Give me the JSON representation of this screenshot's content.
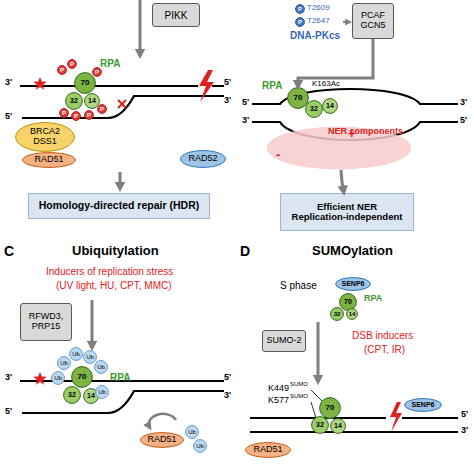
{
  "diagram": {
    "nodes": [
      {
        "text": [
          "PIKK"
        ]
      },
      {
        "text": [
          "70"
        ]
      },
      {
        "text": [
          "32"
        ]
      },
      {
        "text": [
          "14"
        ]
      },
      {
        "text": [
          "P"
        ]
      },
      {
        "text": [
          "P"
        ]
      },
      {
        "text": [
          "P"
        ]
      },
      {
        "text": [
          "P"
        ]
      },
      {
        "text": [
          "P"
        ]
      },
      {
        "text": [
          "P"
        ]
      },
      {
        "text": [
          "P"
        ]
      },
      {
        "text": [
          "BRCA2 DSS1"
        ]
      },
      {
        "text": [
          "RAD51"
        ]
      },
      {
        "text": [
          "RAD52"
        ]
      },
      {
        "text": [
          "Homology-directed repair (HDR)"
        ]
      },
      {
        "text": [
          "P"
        ]
      },
      {
        "text": [
          "P"
        ]
      },
      {
        "text": [
          "PCAF GCN5"
        ]
      },
      {
        "text": [
          "70"
        ]
      },
      {
        "text": [
          "32"
        ]
      },
      {
        "text": [
          "14"
        ]
      },
      {
        "text": [
          "NER components",
          "+",
          "-"
        ]
      },
      {
        "text": [
          "Efficient NER",
          "Replication-independent"
        ]
      },
      {
        "text": [
          "RFWD3, PRP15"
        ]
      },
      {
        "text": [
          "70"
        ]
      },
      {
        "text": [
          "32"
        ]
      },
      {
        "text": [
          "14"
        ]
      },
      {
        "text": [
          "Ub"
        ]
      },
      {
        "text": [
          "Ub"
        ]
      },
      {
        "text": [
          "Ub"
        ]
      },
      {
        "text": [
          "Ub"
        ]
      },
      {
        "text": [
          "Ub"
        ]
      },
      {
        "text": [
          "Ub"
        ]
      },
      {
        "text": [
          "RAD51"
        ]
      },
      {
        "text": [
          "Ub"
        ]
      },
      {
        "text": [
          "Ub"
        ]
      },
      {
        "text": [
          "SENP6"
        ]
      },
      {
        "text": [
          "70"
        ]
      },
      {
        "text": [
          "32"
        ]
      },
      {
        "text": [
          "14"
        ]
      },
      {
        "text": [
          "SUMO-2"
        ]
      },
      {
        "text": [
          "70"
        ]
      },
      {
        "text": [
          "32"
        ]
      },
      {
        "text": [
          "14"
        ]
      },
      {
        "text": [
          "SENP6"
        ]
      },
      {
        "text": [
          "RAD51"
        ]
      }
    ],
    "edges": [
      {
        "from": 17,
        "to": 18,
        "arrow": "to"
      },
      {
        "from": 21,
        "to": 22,
        "arrow": "to"
      }
    ],
    "labels": [
      "3'",
      "5'",
      "5'",
      "3'",
      "RPA",
      "T2609",
      "T2647",
      "DNA-PKcs",
      "RPA",
      "K163Ac",
      "5'",
      "3'",
      "3'",
      "5'",
      "C",
      "Ubiquitylation",
      "Inducers of replication stress",
      "(UV light, HU, CPT, MMC)",
      "3'",
      "5'",
      "RPA",
      "5'",
      "3'",
      "D",
      "SUMOylation",
      "S phase",
      "RPA",
      "DSB inducers",
      "(CPT, IR)",
      "K449",
      "SUMO",
      "K577",
      "SUMO",
      "5'",
      "3'"
    ]
  }
}
